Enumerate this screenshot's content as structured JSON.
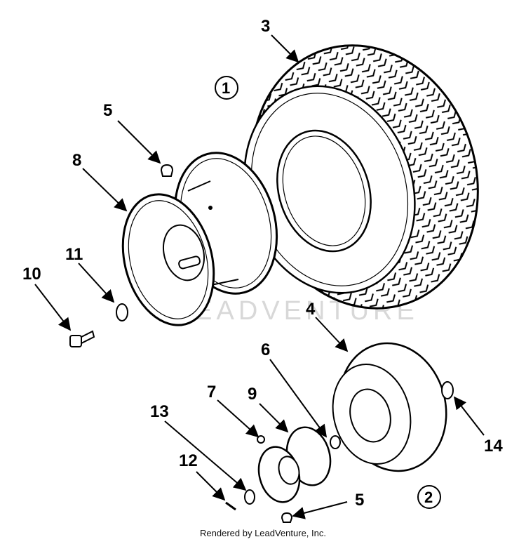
{
  "watermark": "LEADVENTURE",
  "credit": "Rendered by LeadVenture, Inc.",
  "circled_labels": [
    "1",
    "2"
  ],
  "callouts": {
    "c3": "3",
    "c5a": "5",
    "c8": "8",
    "c11": "11",
    "c10": "10",
    "c4": "4",
    "c6": "6",
    "c7": "7",
    "c9": "9",
    "c13": "13",
    "c12": "12",
    "c5b": "5",
    "c14": "14"
  }
}
